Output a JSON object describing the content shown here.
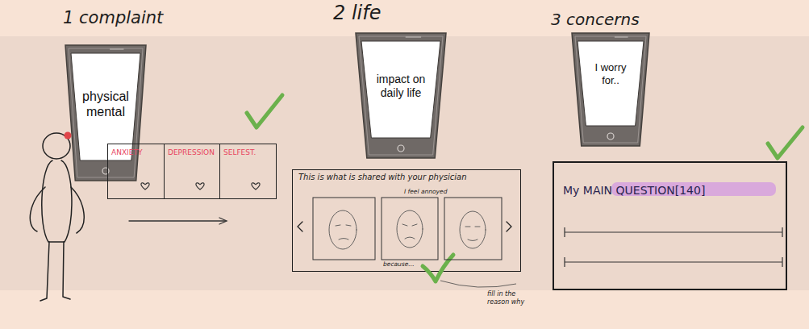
{
  "diagram": {
    "nodes": [
      {
        "text": [
          "physical mental"
        ]
      },
      {
        "text": [
          "ANXIETY"
        ]
      },
      {
        "text": [
          "DEPRESSION"
        ]
      },
      {
        "text": [
          "SELFEST."
        ]
      },
      {
        "text": [
          "impact on daily life"
        ]
      },
      {
        "text": [
          "This is what is shared with your physician",
          "I feel annoyed",
          "because..."
        ]
      },
      {
        "text": [
          "I worry for.."
        ]
      },
      {
        "text": [
          "My MAIN QUESTION[140]"
        ]
      }
    ],
    "labels": [
      "1 complaint",
      "2 life",
      "3 concerns",
      "fill in the reason why"
    ]
  }
}
